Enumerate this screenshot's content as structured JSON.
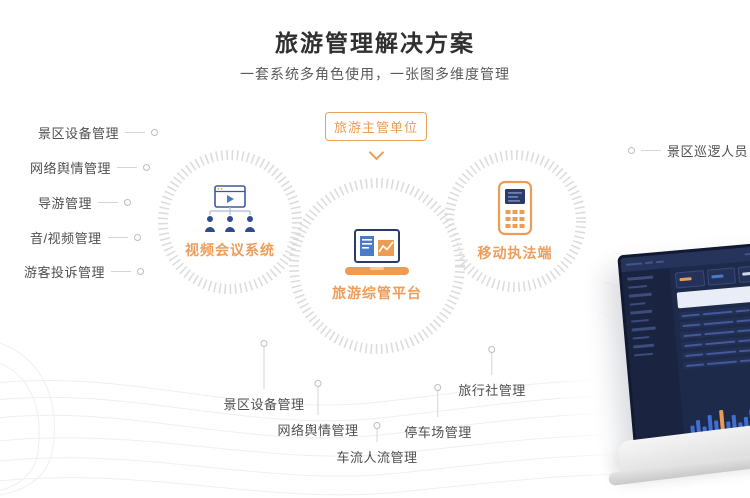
{
  "header": {
    "title": "旅游管理解决方案",
    "subtitle": "一套系统多角色使用，一张图多维度管理"
  },
  "diagram": {
    "authority": "旅游主管单位",
    "nodes": [
      {
        "label": "视频会议系统",
        "icon": "video-conference-icon"
      },
      {
        "label": "旅游综管平台",
        "icon": "laptop-dashboard-icon"
      },
      {
        "label": "移动执法端",
        "icon": "mobile-enforcement-icon"
      }
    ],
    "left_labels": [
      "景区设备管理",
      "网络舆情管理",
      "导游管理",
      "音/视频管理",
      "游客投诉管理"
    ],
    "right_labels": [
      "景区巡逻人员"
    ],
    "bottom_labels": [
      "景区设备管理",
      "网络舆情管理",
      "车流人流管理",
      "停车场管理",
      "旅行社管理"
    ]
  },
  "colors": {
    "accent_orange": "#ED9D53",
    "accent_blue": "#4A7BC8",
    "navy_dark": "#2B3A67",
    "connector_gray": "#D4D4D4",
    "title_text": "#303030",
    "label_text": "#4F4F4F",
    "dashboard_bg": "#1E2A4A"
  }
}
